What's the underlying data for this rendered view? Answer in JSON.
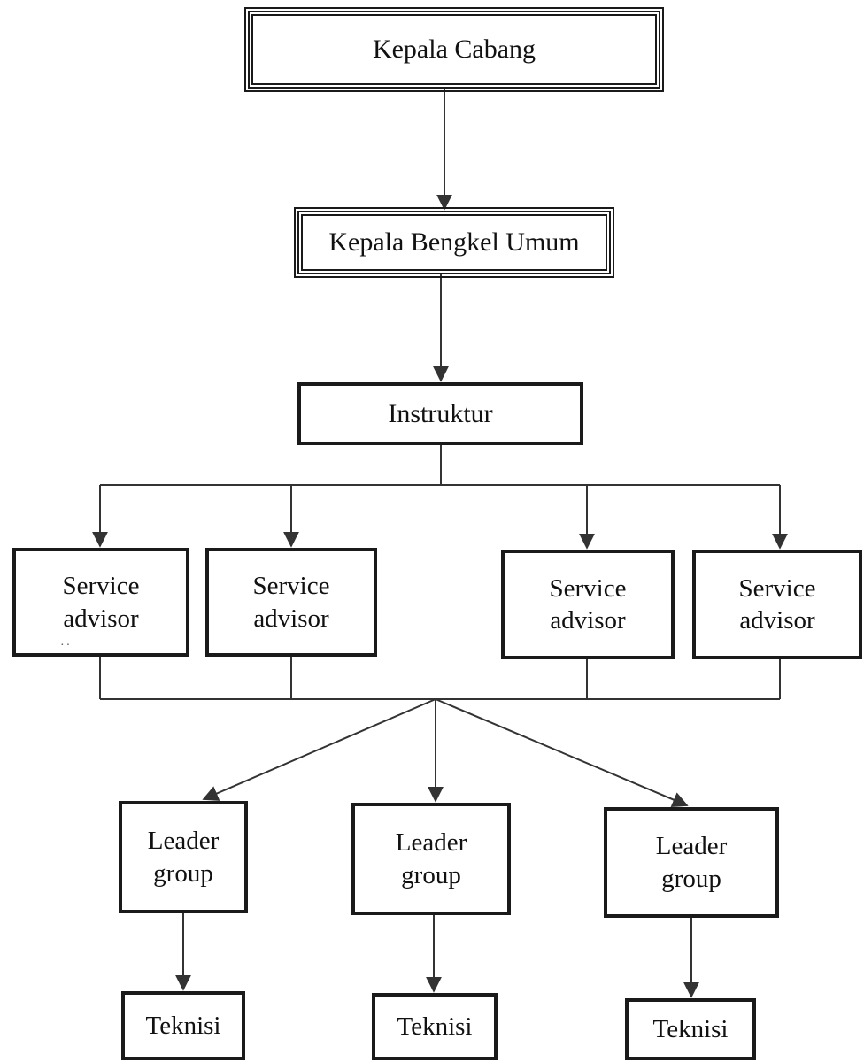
{
  "nodes": {
    "kepala_cabang": "Kepala Cabang",
    "kepala_bengkel": "Kepala Bengkel Umum",
    "instruktur": "Instruktur",
    "service_advisors": [
      "Service\nadvisor",
      "Service\nadvisor",
      "Service\nadvisor",
      "Service\nadvisor"
    ],
    "leader_groups": [
      "Leader\ngroup",
      "Leader\ngroup",
      "Leader\ngroup"
    ],
    "teknisi": [
      "Teknisi",
      "Teknisi",
      "Teknisi"
    ]
  },
  "colors": {
    "line": "#333333",
    "border": "#1a1a1a",
    "background": "#ffffff"
  }
}
